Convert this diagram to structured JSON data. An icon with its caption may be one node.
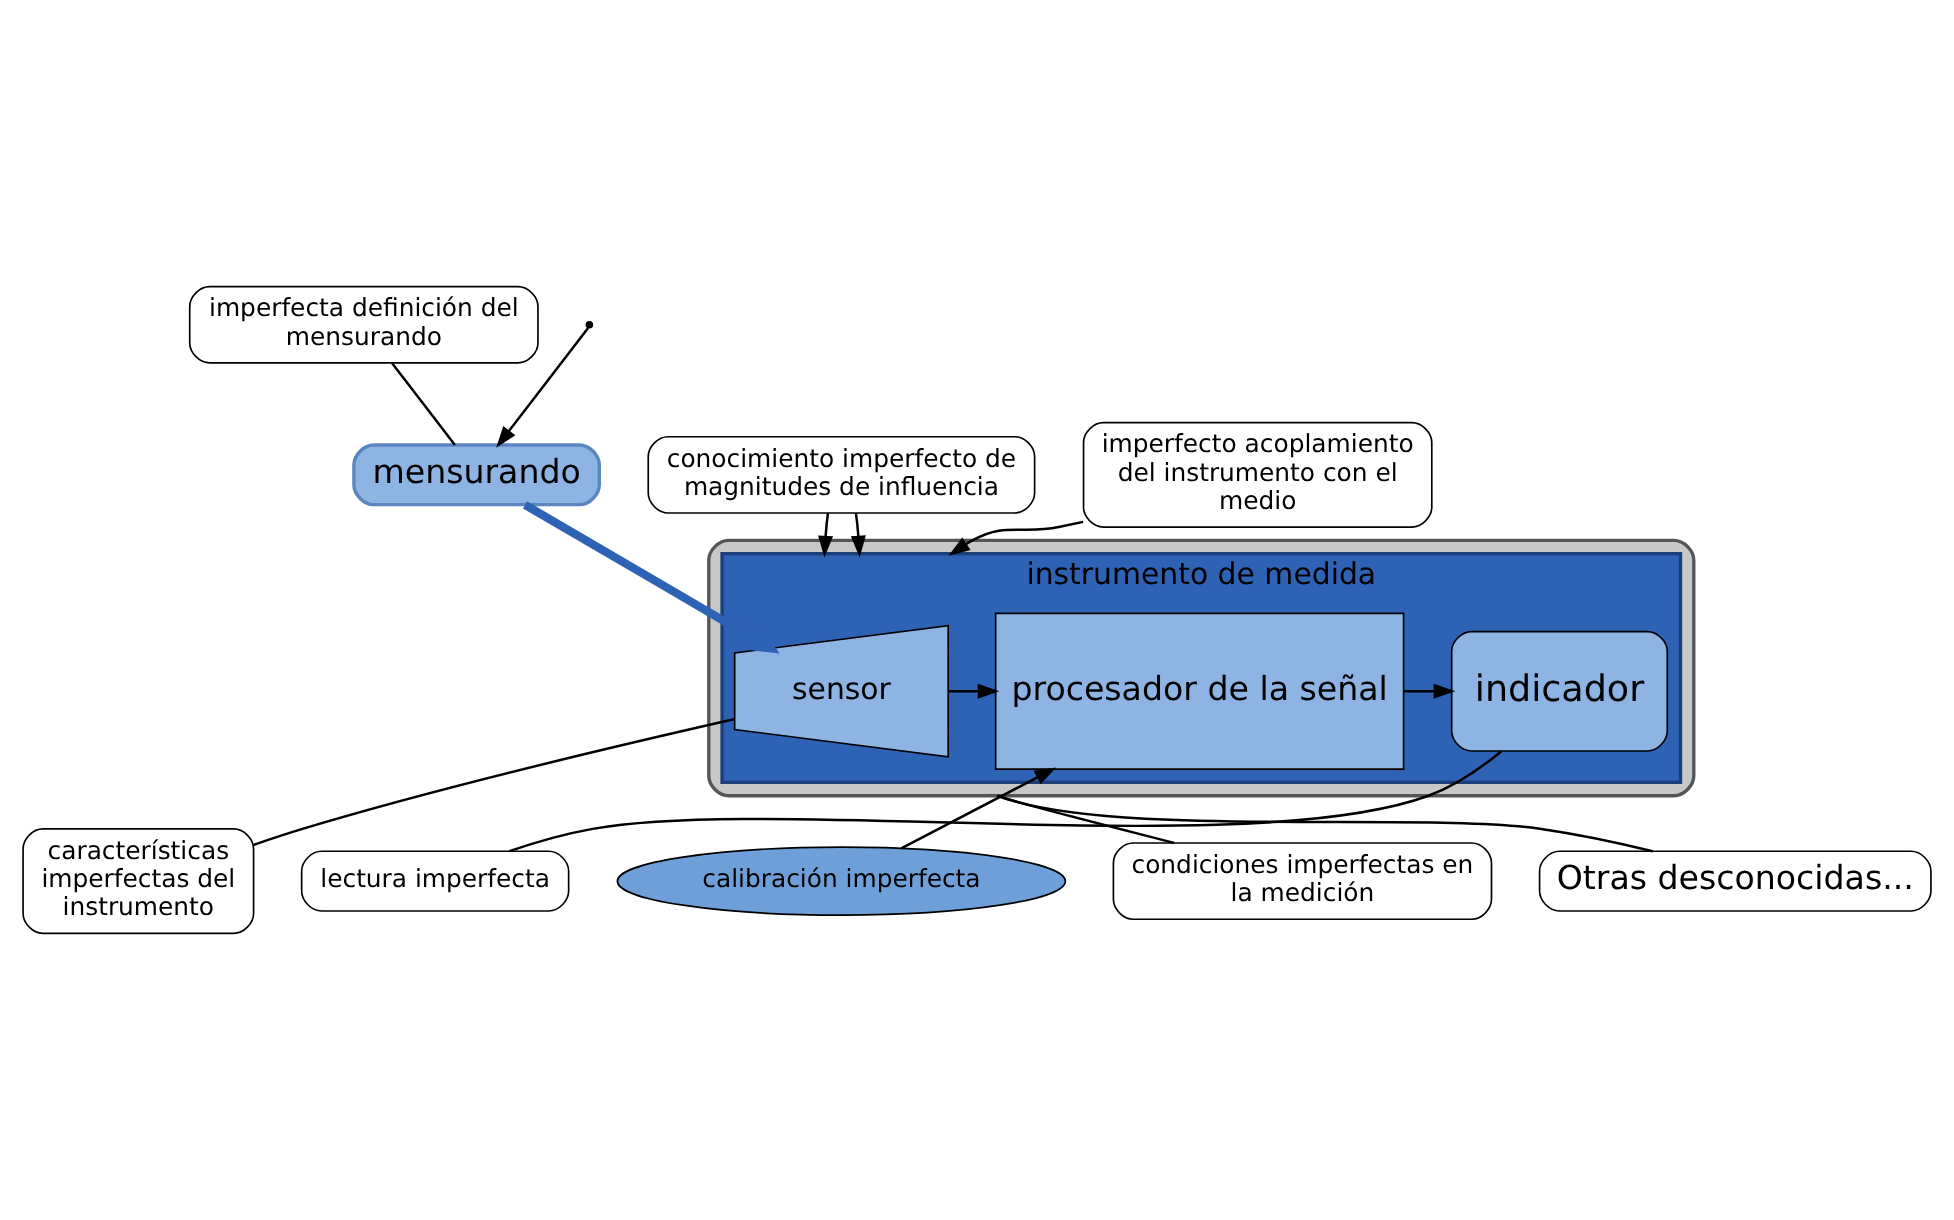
{
  "diagram": {
    "nodes": [
      {
        "text": [],
        "shape": "ellipse"
      },
      {
        "text": [
          "imperfecta definición del mensurando"
        ]
      },
      {
        "text": [
          "mensurando"
        ]
      },
      {
        "text": [
          "conocimiento imperfecto de magnitudes de influencia"
        ]
      },
      {
        "text": [
          "imperfecto acoplamiento del instrumento con el medio"
        ]
      },
      {
        "text": [
          "instrumento de medida"
        ],
        "in": 0
      },
      {
        "text": [
          "sensor"
        ],
        "in": 5
      },
      {
        "text": [
          "procesador de la señal"
        ],
        "in": 5
      },
      {
        "text": [
          "indicador"
        ],
        "in": 5
      },
      {
        "text": [
          "características imperfectas del instrumento"
        ]
      },
      {
        "text": [
          "lectura imperfecta"
        ]
      },
      {
        "text": [
          "calibración imperfecta"
        ]
      },
      {
        "text": [
          "condiciones imperfectas en la medición"
        ]
      },
      {
        "text": [
          "Otras desconocidas..."
        ]
      }
    ],
    "edges": [
      {
        "from": 1,
        "to": 2,
        "arrow": "none"
      },
      {
        "from": null,
        "to": 2,
        "arrow": "to"
      },
      {
        "from": 3,
        "to": 5,
        "arrow": "to"
      },
      {
        "from": 3,
        "to": 5,
        "arrow": "to"
      },
      {
        "from": 4,
        "to": 5,
        "arrow": "to"
      },
      {
        "from": 2,
        "to": 6,
        "arrow": "to",
        "style": "thick",
        "color": "#2e62b5"
      },
      {
        "from": 6,
        "to": 7,
        "arrow": "to"
      },
      {
        "from": 7,
        "to": 8,
        "arrow": "to"
      },
      {
        "from": 9,
        "to": 6,
        "arrow": "none"
      },
      {
        "from": 10,
        "to": 8,
        "arrow": "none"
      },
      {
        "from": 11,
        "to": 7,
        "arrow": "to"
      },
      {
        "from": 12,
        "to": 0,
        "arrow": "none"
      },
      {
        "from": 13,
        "to": 0,
        "arrow": "none"
      }
    ]
  }
}
